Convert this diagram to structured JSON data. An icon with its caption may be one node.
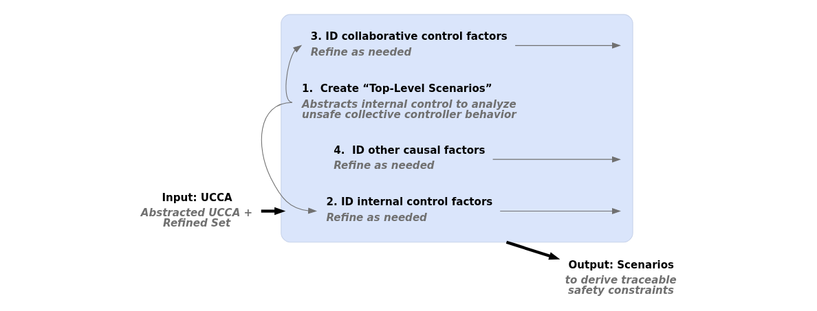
{
  "diagram": {
    "nodes": [
      {
        "text": [
          "Input: UCCA",
          "Abstracted UCCA + Refined Set"
        ]
      },
      {
        "text": [],
        "shape": "box"
      },
      {
        "text": [
          "1.  Create “Top-Level Scenarios”",
          "Abstracts internal control to analyze unsafe collective controller behavior"
        ],
        "in": 1
      },
      {
        "text": [
          "2. ID internal control factors",
          "Refine as needed"
        ],
        "in": 1
      },
      {
        "text": [
          "3. ID collaborative control factors",
          "Refine as needed"
        ],
        "in": 1
      },
      {
        "text": [
          "4.  ID other causal factors",
          "Refine as needed"
        ],
        "in": 1
      },
      {
        "text": [
          "Output: Scenarios",
          "to derive traceable safety constraints"
        ]
      }
    ],
    "edges": [
      {
        "from": 0,
        "to": 1,
        "arrow": "to",
        "style": "thick",
        "color": "#000000"
      },
      {
        "from": 1,
        "to": 6,
        "arrow": "to",
        "style": "thick",
        "color": "#000000"
      },
      {
        "from": 2,
        "to": 3,
        "arrow": "to"
      },
      {
        "from": 2,
        "to": 4,
        "arrow": "to"
      },
      {
        "from": 3,
        "to": null,
        "arrow": "to"
      },
      {
        "from": 4,
        "to": null,
        "arrow": "to"
      },
      {
        "from": 5,
        "to": null,
        "arrow": "to"
      }
    ]
  }
}
